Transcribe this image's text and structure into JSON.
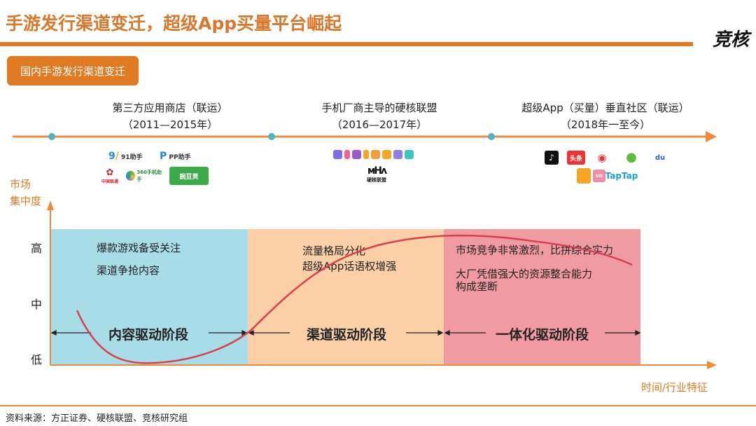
{
  "header": {
    "title": "手游发行渠道变迁，超级App买量平台崛起",
    "brand": "竞核"
  },
  "section_tag": "国内手游发行渠道变迁",
  "timeline": [
    {
      "name": "第三方应用商店（联运）",
      "period": "（2011—2015年）",
      "logos": [
        "91助手",
        "PP助手",
        "中国联通",
        "360手机助手",
        "豌豆荚"
      ]
    },
    {
      "name": "手机厂商主导的硬核联盟",
      "period": "（2016—2017年）",
      "logos": [
        "硬核联盟"
      ]
    },
    {
      "name": "超级App（买量）垂直社区（联运）",
      "period": "（2018年一至今）",
      "logos": [
        "抖音",
        "头条",
        "微博",
        "微信",
        "du",
        "TapTap"
      ]
    }
  ],
  "axes": {
    "y_label_1": "市场",
    "y_label_2": "集中度",
    "levels": [
      "高",
      "中",
      "低"
    ],
    "x_label": "时间/行业特征"
  },
  "stages": [
    {
      "label": "内容驱动阶段",
      "notes": [
        "爆款游戏备受关注",
        "渠道争抢内容"
      ],
      "color": "#a8dce6"
    },
    {
      "label": "渠道驱动阶段",
      "notes": [
        "流量格局分化",
        "超级App话语权增强"
      ],
      "color": "#fbd0a8"
    },
    {
      "label": "一体化驱动阶段",
      "notes": [
        "市场竞争非常激烈，比拼综合实力",
        "大厂凭借强大的资源整合能力",
        "构成垄断"
      ],
      "color": "#f09aa2"
    }
  ],
  "footer": "资料来源：方正证券、硬核联盟、竞核研究组",
  "colors": {
    "accent": "#e07b24",
    "curve": "#d8404e"
  }
}
